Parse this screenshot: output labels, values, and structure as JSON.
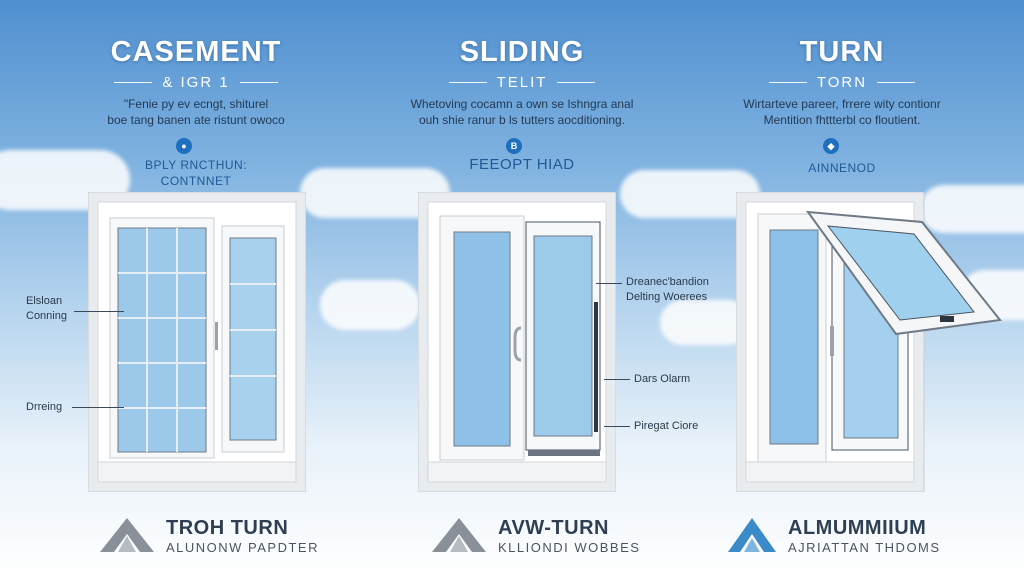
{
  "columns": [
    {
      "title": "CASEMENT",
      "subtitle": "& ΙGR 1",
      "description_lines": [
        "\"Fenie py ev ecngt, shiturel",
        "boe tang banen ate ristunt owoco"
      ],
      "badge": "●",
      "feature_lines": [
        "BPLY RNCTHUN:",
        "CONTNNET"
      ],
      "callouts": [
        "Elsloan\nConning",
        "Drreing"
      ],
      "brand_name": "TROH TURN",
      "brand_tagline": "ALUNONW PAPDTER"
    },
    {
      "title": "SLIDING",
      "subtitle": "TELIT",
      "description_lines": [
        "Whetoving cocamn a own se Ishngra anal",
        "ouh shie ranur b ls tutters aocditioning."
      ],
      "badge": "B",
      "feature_lines": [
        "FEEOPT HIAD"
      ],
      "callouts": [
        "Dreanec'bandion\nDelting Woerees",
        "Dars Olarm",
        "Piregat Ciore"
      ],
      "brand_name": "AVW-TURN",
      "brand_tagline": "KLLIONDI WOBBES"
    },
    {
      "title": "TURN",
      "subtitle": "TORN",
      "description_lines": [
        "Wirtarteve pareer, frrere wity contionr",
        "Mentition fhttterbl co floutient."
      ],
      "badge": "◆",
      "feature_lines": [
        "AINNENOD"
      ],
      "callouts": [],
      "brand_name": "ALMUMMIIUM",
      "brand_tagline": "AJRIATTAN THDOMS"
    }
  ],
  "colors": {
    "accent_blue": "#1f6fbf",
    "logo_blue": "#3a8bc8",
    "logo_gray": "#8a9099"
  }
}
